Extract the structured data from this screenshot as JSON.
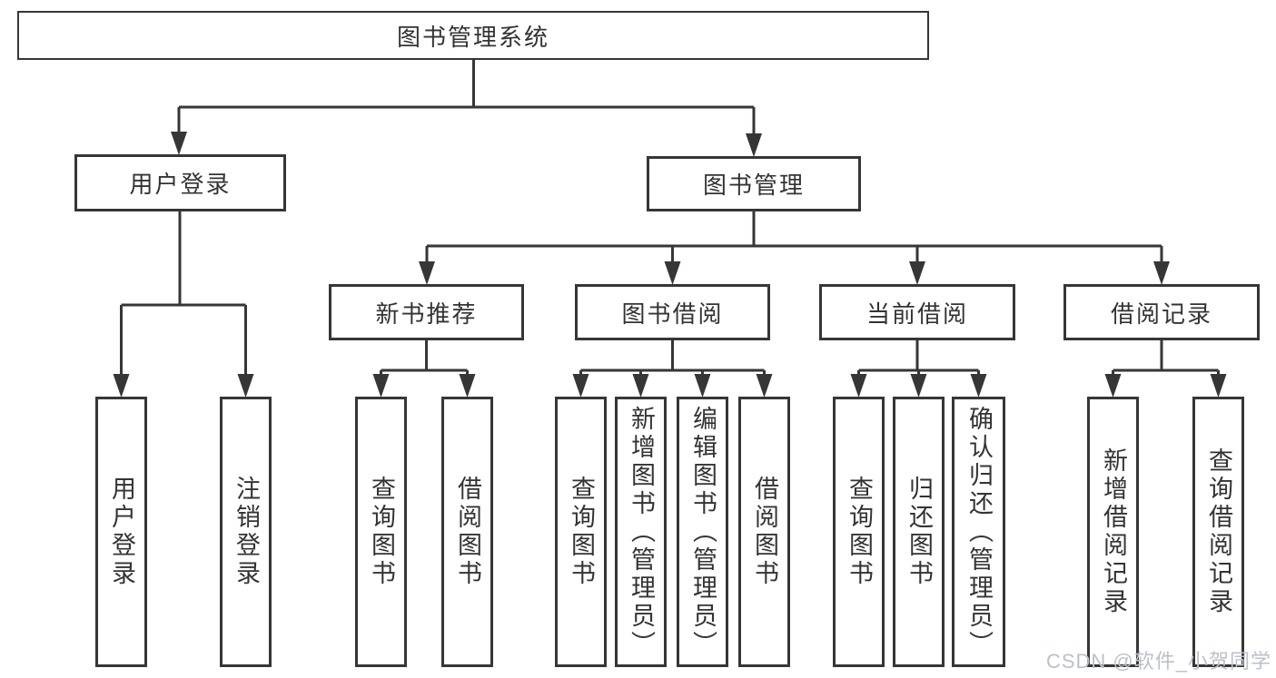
{
  "diagram": {
    "root": {
      "label": "图书管理系统"
    },
    "branches": [
      {
        "label": "用户登录",
        "children": [
          {
            "label": "用户登录"
          },
          {
            "label": "注销登录"
          }
        ]
      },
      {
        "label": "图书管理",
        "children": [
          {
            "label": "新书推荐",
            "children": [
              {
                "label": "查询图书"
              },
              {
                "label": "借阅图书"
              }
            ]
          },
          {
            "label": "图书借阅",
            "children": [
              {
                "label": "查询图书"
              },
              {
                "label": "新增图书（管理员）"
              },
              {
                "label": "编辑图书（管理员）"
              },
              {
                "label": "借阅图书"
              }
            ]
          },
          {
            "label": "当前借阅",
            "children": [
              {
                "label": "查询图书"
              },
              {
                "label": "归还图书"
              },
              {
                "label": "确认归还（管理员）"
              }
            ]
          },
          {
            "label": "借阅记录",
            "children": [
              {
                "label": "新增借阅记录"
              },
              {
                "label": "查询借阅记录"
              }
            ]
          }
        ]
      }
    ]
  },
  "watermark": {
    "text": "CSDN @软件_小贺同学"
  },
  "colors": {
    "line": "#363636",
    "text": "#333333",
    "box_background": "#ffffff",
    "watermark": "#bcc0c9",
    "page_background": "#ffffff"
  }
}
